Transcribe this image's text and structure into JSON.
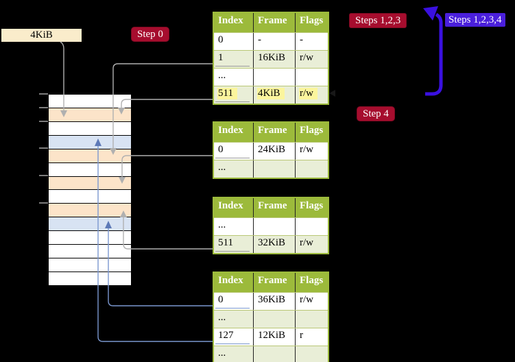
{
  "palette": {
    "background": "#000000",
    "label_box_bg": "#faeccb",
    "badge_red": "#a60d2e",
    "badge_blue": "#4a1fdb",
    "arrow_blue": "#3a10e0",
    "table_header_bg": "#9cba3b",
    "table_row_alt_bg": "#e9eed7",
    "highlight_yellow": "#fbf59d",
    "frame_white": "#ffffff",
    "frame_peach": "#fce4c9",
    "frame_blue": "#d8e3f3",
    "connector_gray": "#b0b0b0",
    "connector_blue": "#7a97cf",
    "connector_blue_head": "#5d79b7"
  },
  "labels": {
    "page_size": "4KiB",
    "step0": "Step 0",
    "steps123": "Steps 1,2,3",
    "steps1234": "Steps 1,2,3,4",
    "step4": "Step 4"
  },
  "memory": {
    "frames": [
      "white",
      "peach",
      "white",
      "blue",
      "peach",
      "white",
      "peach",
      "white",
      "peach",
      "blue",
      "white",
      "white",
      "white",
      "white"
    ],
    "tick_boundaries": [
      0,
      1,
      2,
      4,
      6,
      8
    ]
  },
  "page_tables": [
    {
      "name": "page-table-top",
      "headers": [
        "Index",
        "Frame",
        "Flags"
      ],
      "rows": [
        {
          "cells": [
            "0",
            "-",
            "-"
          ],
          "shade": "white"
        },
        {
          "cells": [
            "1",
            "16KiB",
            "r/w"
          ],
          "shade": "green",
          "underline": "gray"
        },
        {
          "cells": [
            "...",
            "",
            ""
          ],
          "shade": "white"
        },
        {
          "cells": [
            "511",
            "4KiB",
            "r/w"
          ],
          "shade": "green",
          "underline": "gray",
          "highlight": true
        }
      ]
    },
    {
      "name": "page-table-second",
      "headers": [
        "Index",
        "Frame",
        "Flags"
      ],
      "rows": [
        {
          "cells": [
            "0",
            "24KiB",
            "r/w"
          ],
          "shade": "white",
          "underline": "gray"
        },
        {
          "cells": [
            "...",
            "",
            ""
          ],
          "shade": "green"
        }
      ]
    },
    {
      "name": "page-table-third",
      "headers": [
        "Index",
        "Frame",
        "Flags"
      ],
      "rows": [
        {
          "cells": [
            "...",
            "",
            ""
          ],
          "shade": "white"
        },
        {
          "cells": [
            "511",
            "32KiB",
            "r/w"
          ],
          "shade": "green",
          "underline": "gray"
        }
      ]
    },
    {
      "name": "page-table-bottom",
      "headers": [
        "Index",
        "Frame",
        "Flags"
      ],
      "rows": [
        {
          "cells": [
            "0",
            "36KiB",
            "r/w"
          ],
          "shade": "white",
          "underline": "blue"
        },
        {
          "cells": [
            "...",
            "",
            ""
          ],
          "shade": "green"
        },
        {
          "cells": [
            "127",
            "12KiB",
            "r"
          ],
          "shade": "white",
          "underline": "blue"
        },
        {
          "cells": [
            "...",
            "",
            ""
          ],
          "shade": "green"
        }
      ]
    }
  ]
}
